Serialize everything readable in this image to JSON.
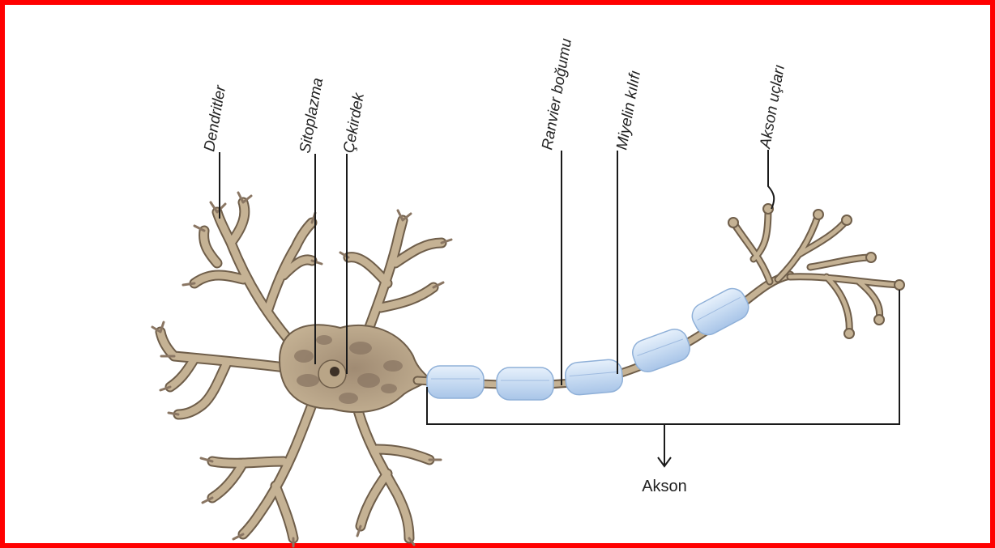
{
  "labels": {
    "dendrites": "Dendritler",
    "cytoplasm": "Sitoplazma",
    "nucleus": "Çekirdek",
    "ranvier_node": "Ranvier boğumu",
    "myelin_sheath": "Miyelin kılıfı",
    "axon_terminals": "Akson uçları",
    "axon": "Akson"
  },
  "colors": {
    "frame_border": "#ff0000",
    "neuron_fill": "#c5b294",
    "neuron_outline": "#6f5e4a",
    "cell_body_dark": "#8a7663",
    "myelin_fill": "#c9dcf3",
    "myelin_outline": "#8fb0d8",
    "leader_line": "#1a1a1a"
  }
}
